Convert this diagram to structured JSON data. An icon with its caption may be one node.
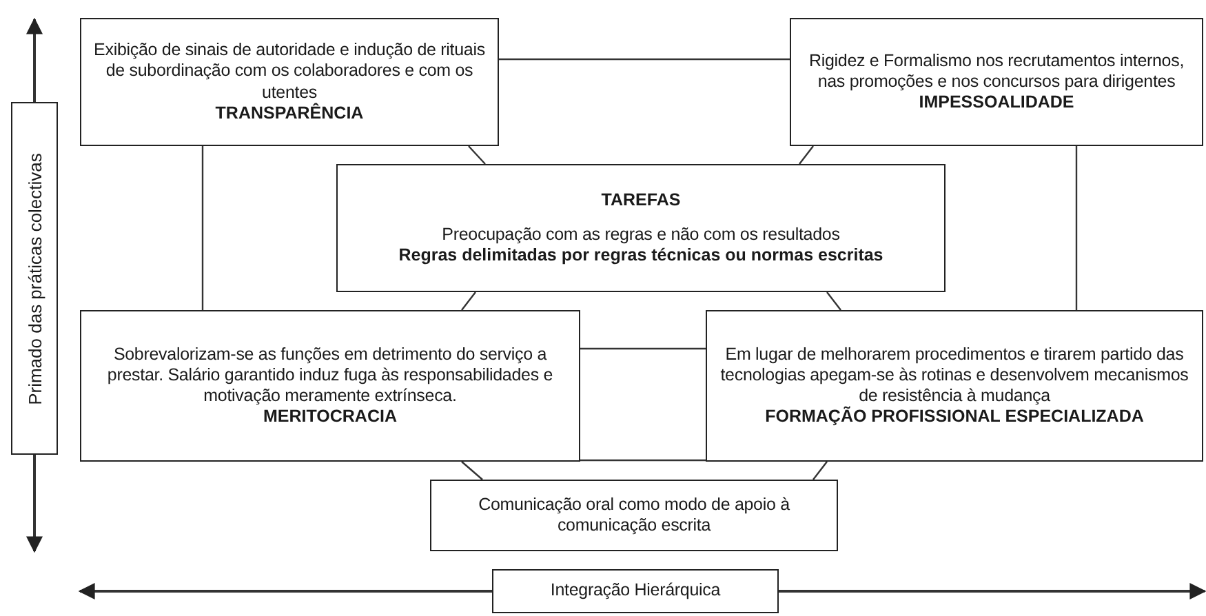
{
  "diagram": {
    "nodes": [
      {
        "text": [
          "Exibição de sinais de autoridade e indução de rituais de subordinação com os colaboradores e com os utentes",
          "TRANSPARÊNCIA"
        ]
      },
      {
        "text": [
          "Rigidez e Formalismo nos recrutamentos internos, nas promoções e nos concursos para dirigentes",
          "IMPESSOALIDADE"
        ]
      },
      {
        "text": [
          "TAREFAS",
          "Preocupação com as regras e não com os resultados",
          "Regras delimitadas por regras técnicas ou normas escritas"
        ]
      },
      {
        "text": [
          "Sobrevalorizam-se as funções em detrimento do serviço a prestar. Salário garantido induz fuga às responsabilidades e motivação meramente extrínseca.",
          "MERITOCRACIA"
        ]
      },
      {
        "text": [
          "Em lugar de melhorarem procedimentos e tirarem partido das tecnologias apegam-se às rotinas e desenvolvem mecanismos de resistência à mudança",
          "FORMAÇÃO PROFISSIONAL ESPECIALIZADA"
        ]
      },
      {
        "text": [
          "Comunicação oral como modo de apoio à comunicação escrita"
        ]
      },
      {
        "text": [
          "Integração Hierárquica"
        ]
      },
      {
        "text": [
          "Primado das práticas colectivas"
        ]
      }
    ],
    "edges": [
      {
        "from": 0,
        "to": 1,
        "arrow": "none"
      },
      {
        "from": 0,
        "to": 2,
        "arrow": "none"
      },
      {
        "from": 1,
        "to": 2,
        "arrow": "none"
      },
      {
        "from": 0,
        "to": 3,
        "arrow": "none"
      },
      {
        "from": 1,
        "to": 4,
        "arrow": "none"
      },
      {
        "from": 2,
        "to": 3,
        "arrow": "none"
      },
      {
        "from": 2,
        "to": 4,
        "arrow": "none"
      },
      {
        "from": 3,
        "to": 4,
        "arrow": "none"
      },
      {
        "from": 3,
        "to": 4,
        "arrow": "none"
      },
      {
        "from": 3,
        "to": 5,
        "arrow": "none"
      },
      {
        "from": 4,
        "to": 5,
        "arrow": "none"
      },
      {
        "from": 6,
        "to": null,
        "arrow": "to"
      },
      {
        "from": 6,
        "to": null,
        "arrow": "to"
      },
      {
        "from": 7,
        "to": null,
        "arrow": "to"
      },
      {
        "from": 7,
        "to": null,
        "arrow": "to"
      }
    ]
  }
}
